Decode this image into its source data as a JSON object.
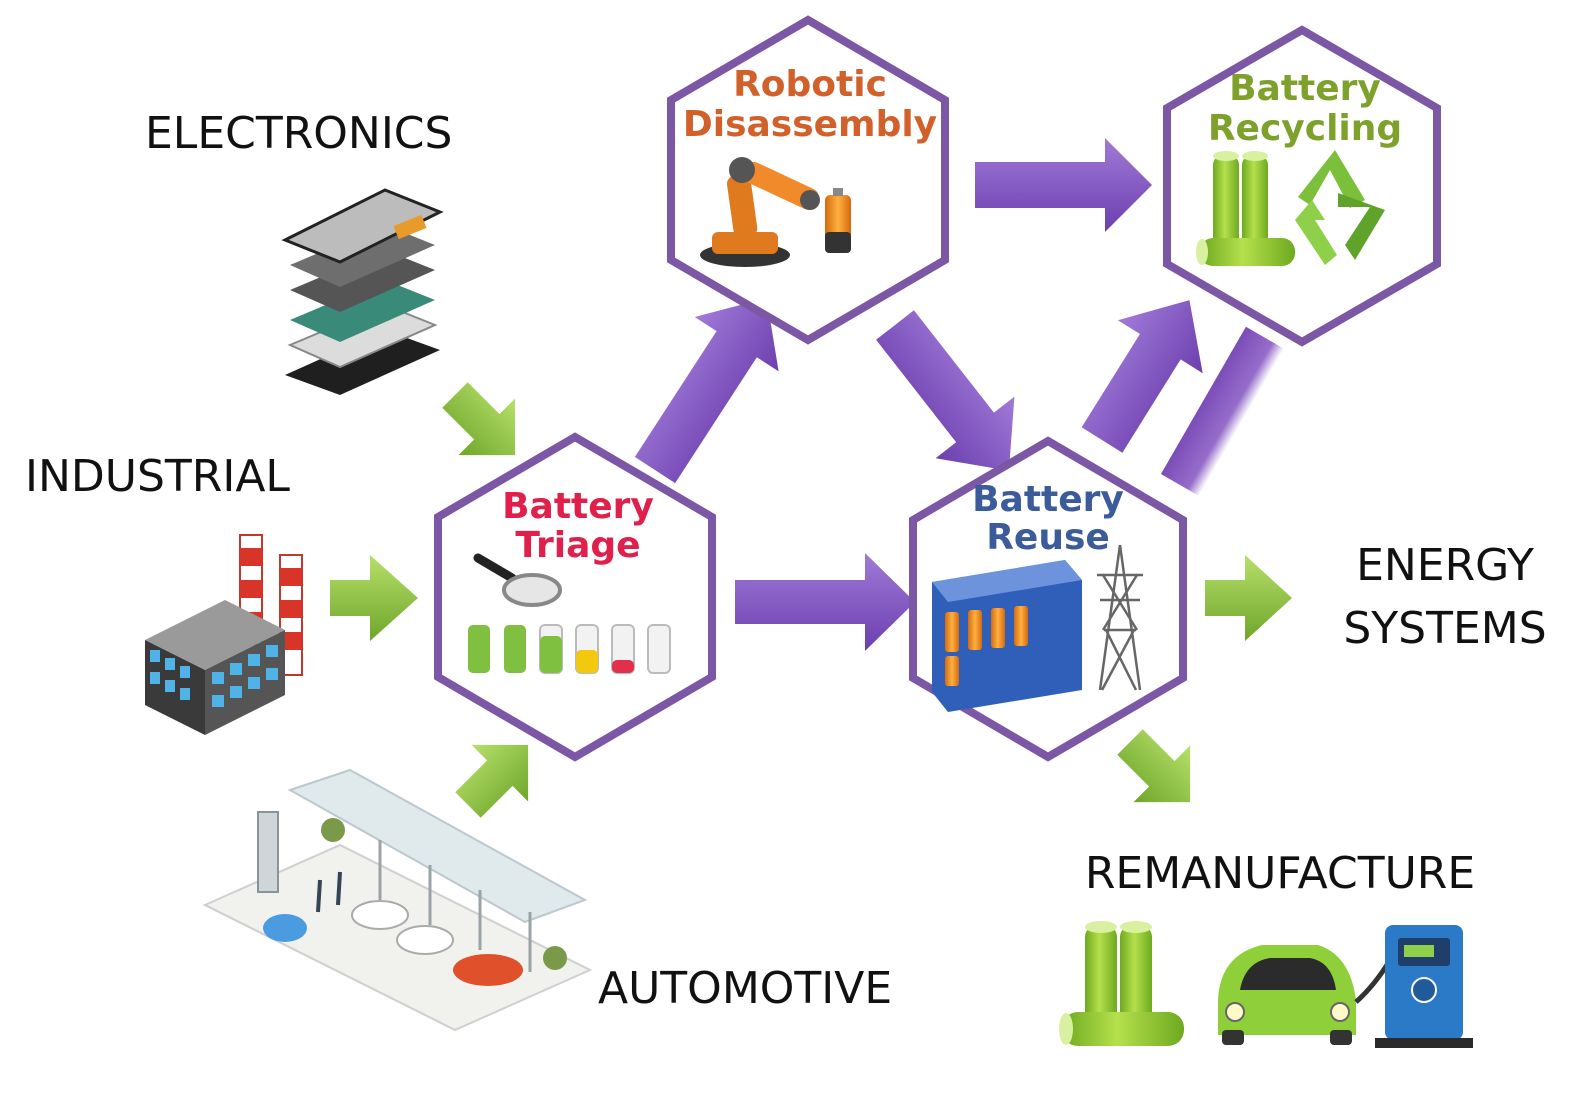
{
  "sources": {
    "electronics": "ELECTRONICS",
    "industrial": "INDUSTRIAL",
    "automotive": "AUTOMOTIVE"
  },
  "hexagons": {
    "triage": {
      "line1": "Battery",
      "line2": "Triage",
      "color": "#e0204a"
    },
    "disassembly": {
      "line1": "Robotic",
      "line2": "Disassembly",
      "color": "#d2602a"
    },
    "recycling": {
      "line1": "Battery",
      "line2": "Recycling",
      "color": "#7da12a"
    },
    "reuse": {
      "line1": "Battery",
      "line2": "Reuse",
      "color": "#3b5b9a"
    }
  },
  "outputs": {
    "energy_line1": "ENERGY",
    "energy_line2": "SYSTEMS",
    "remanufacture": "REMANUFACTURE"
  },
  "colors": {
    "hex_border": "#7b57a6",
    "purple_arrow": "#8a5cc4",
    "green_arrow": "#8fc23b"
  },
  "icons": {
    "electronics": "exploded-phone-icon",
    "industrial": "factory-icon",
    "automotive": "charging-station-icon",
    "triage": "magnifier-battery-levels-icon",
    "disassembly": "robot-arm-icon",
    "recycling": "batteries-recycle-icon",
    "reuse": "battery-container-pylon-icon",
    "remanufacture": "batteries-ev-charger-icon"
  }
}
